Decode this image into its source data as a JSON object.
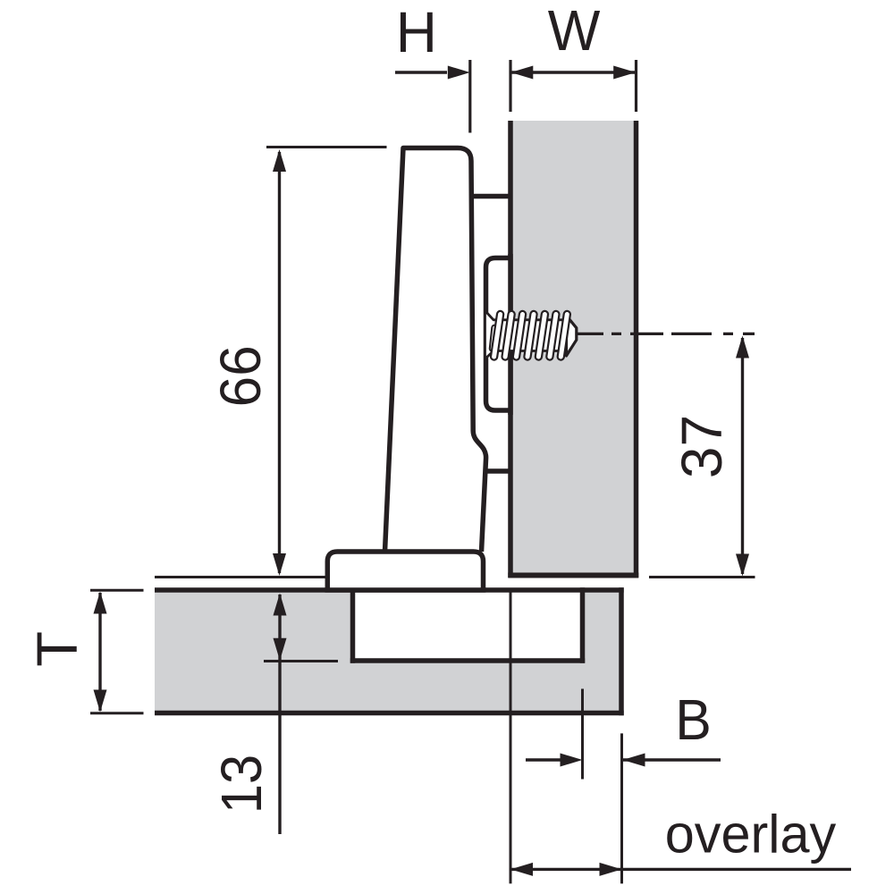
{
  "diagram": {
    "description": "Technical cross-section drawing of a concealed cabinet hinge with mounting plate, screw and drilling dimensions",
    "colors": {
      "line": "#241f21",
      "panel_fill": "#d1d2d4",
      "background": "#ffffff"
    },
    "labels": {
      "plate_height": "H",
      "panel_width": "W",
      "arm_length": "66",
      "screw_axis_distance": "37",
      "door_thickness": "T",
      "cup_depth": "13",
      "cup_edge_distance": "B",
      "overlay": "overlay"
    }
  }
}
